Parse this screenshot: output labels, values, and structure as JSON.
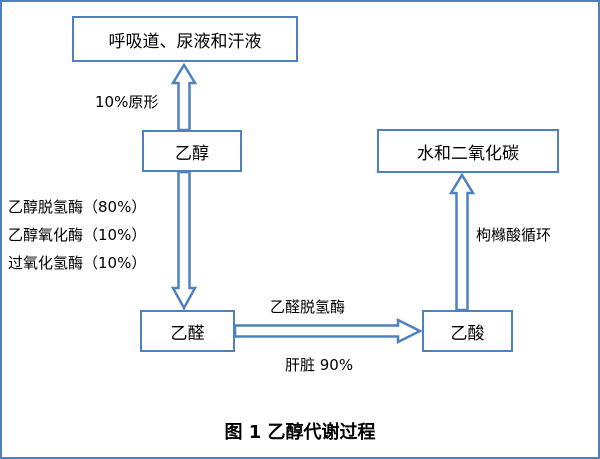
{
  "colors": {
    "accent": "#4f81bd",
    "text": "#000000",
    "background": "#ffffff"
  },
  "nodes": {
    "excretion": "呼吸道、尿液和汗液",
    "ethanol": "乙醇",
    "water_co2": "水和二氧化碳",
    "acetaldehyde": "乙醛",
    "acetic_acid": "乙酸"
  },
  "edge_labels": {
    "original_form": "10%原形",
    "enzyme1": "乙醇脱氢酶（80%）",
    "enzyme2": "乙醇氧化酶（10%）",
    "enzyme3": "过氧化氢酶（10%）",
    "aldehyde_dehydrogenase": "乙醛脱氢酶",
    "liver": "肝脏 90%",
    "citrate_cycle": "枸橼酸循环"
  },
  "caption": "图 1 乙醇代谢过程"
}
